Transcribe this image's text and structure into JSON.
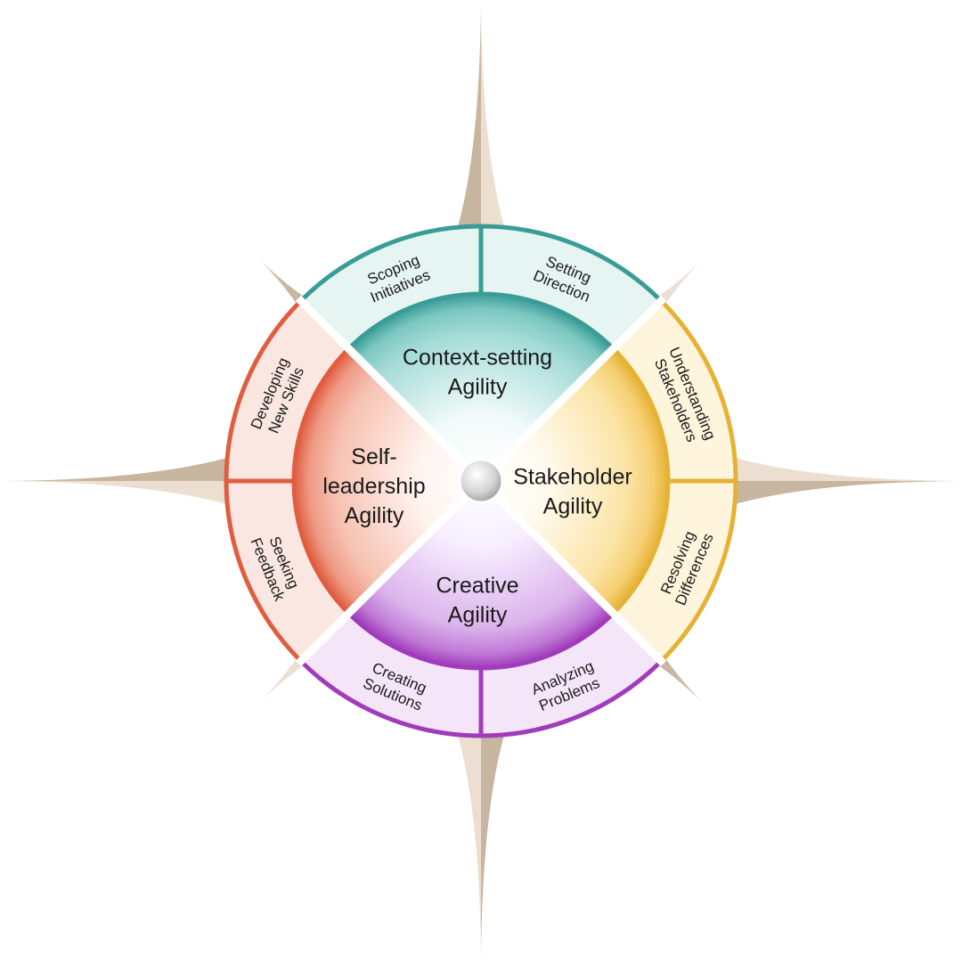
{
  "quadrants": [
    {
      "id": "context-setting",
      "label_lines": [
        "Context-setting",
        "Agility"
      ],
      "colors": {
        "light": "#f2fbfa",
        "base": "#a6dcd7",
        "mid": "#7cc7c1",
        "dark": "#3a9c97",
        "outer_fill": "#e6f4f2"
      },
      "subs": [
        {
          "label_lines": [
            "Scoping",
            "Initiatives"
          ]
        },
        {
          "label_lines": [
            "Setting",
            "Direction"
          ]
        }
      ]
    },
    {
      "id": "stakeholder",
      "label_lines": [
        "Stakeholder",
        "Agility"
      ],
      "colors": {
        "light": "#fffaee",
        "base": "#fbe4a6",
        "mid": "#f6cf73",
        "dark": "#e5b234",
        "outer_fill": "#fff5dc"
      },
      "subs": [
        {
          "label_lines": [
            "Understanding",
            "Stakeholders"
          ]
        },
        {
          "label_lines": [
            "Resolving",
            "Differences"
          ]
        }
      ]
    },
    {
      "id": "creative",
      "label_lines": [
        "Creative",
        "Agility"
      ],
      "colors": {
        "light": "#f7efff",
        "base": "#dcb4ec",
        "mid": "#c07ad6",
        "dark": "#a03bbb",
        "outer_fill": "#f4e6f8"
      },
      "subs": [
        {
          "label_lines": [
            "Analyzing",
            "Problems"
          ]
        },
        {
          "label_lines": [
            "Creating",
            "Solutions"
          ]
        }
      ]
    },
    {
      "id": "self-leadership",
      "label_lines": [
        "Self-",
        "leadership",
        "Agility"
      ],
      "colors": {
        "light": "#fff3ee",
        "base": "#f7c2b2",
        "mid": "#ee9a84",
        "dark": "#e05d3f",
        "outer_fill": "#fbe7e1"
      },
      "subs": [
        {
          "label_lines": [
            "Seeking",
            "Feedback"
          ]
        },
        {
          "label_lines": [
            "Developing",
            "New Skills"
          ]
        }
      ]
    }
  ],
  "star_colors": {
    "dark": "#c8b5a0",
    "light": "#ecdfd2"
  },
  "hub_color": "#d4d4d4"
}
